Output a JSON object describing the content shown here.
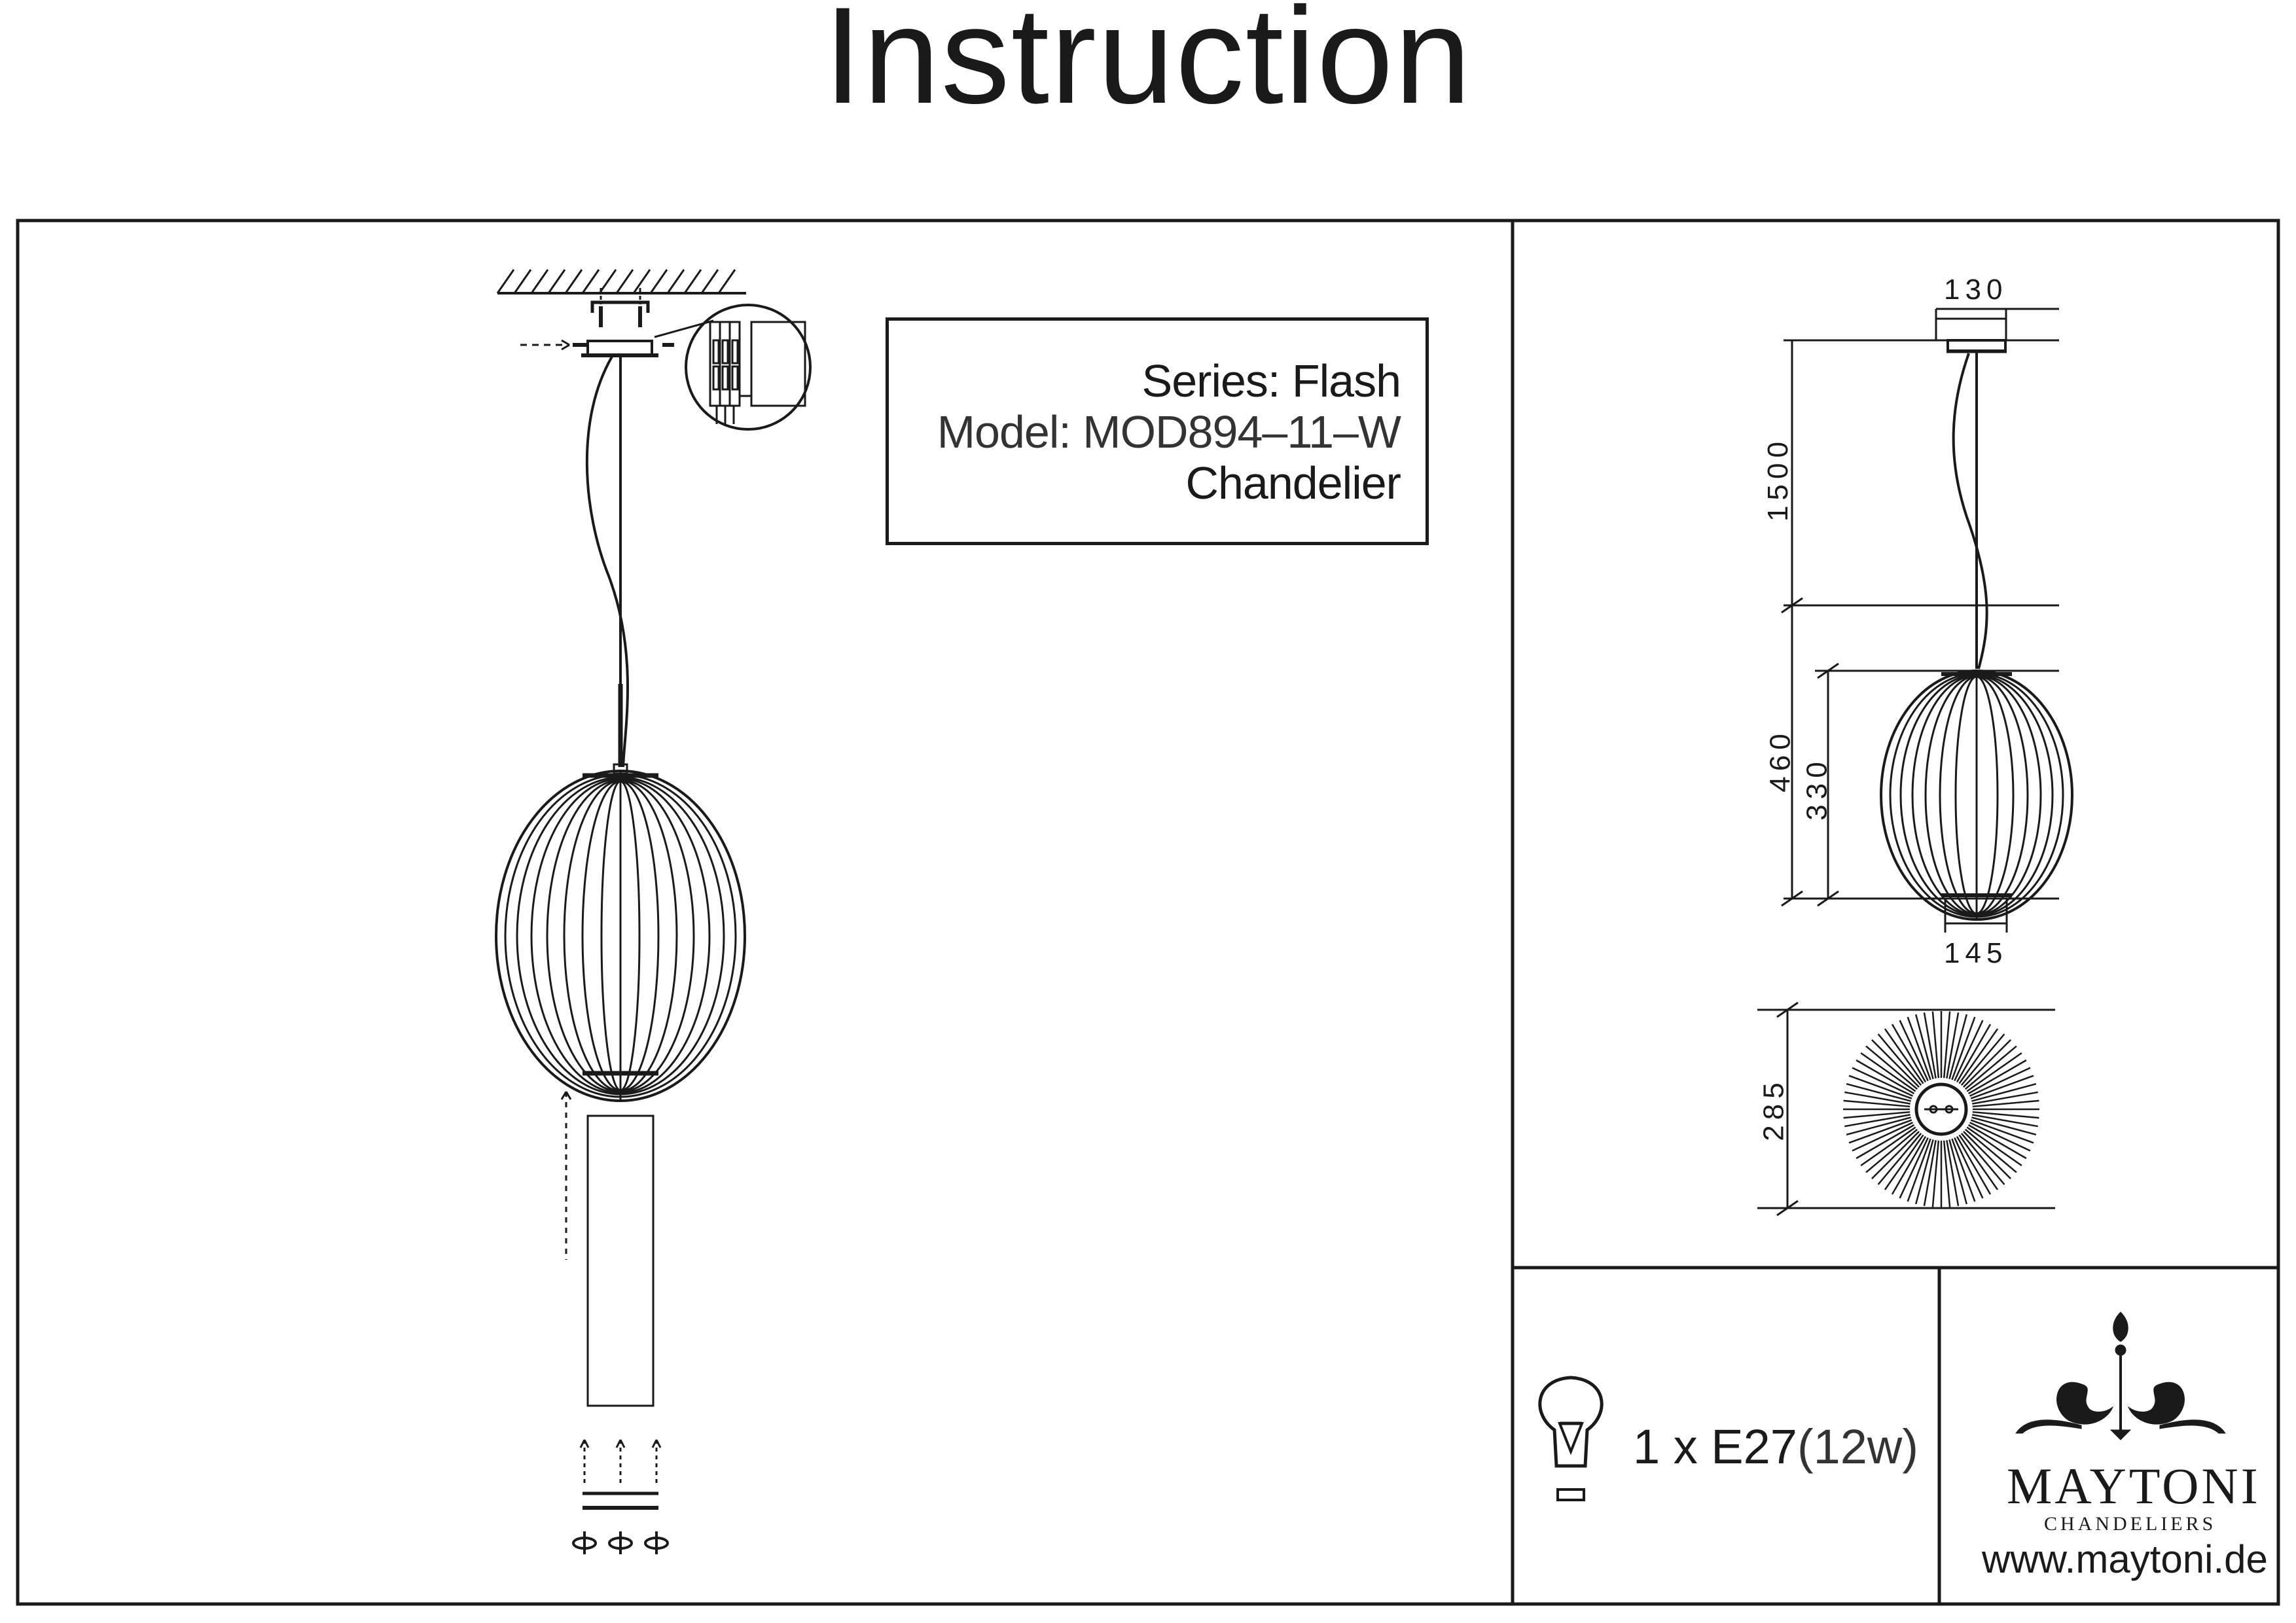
{
  "title": "Instruction",
  "info": {
    "series": "Series: Flash",
    "model": "Model: MOD894–11–W",
    "type": "Chandelier"
  },
  "dimensions": {
    "canopy_width": "130",
    "cable_length": "1500",
    "total_height": "460",
    "shade_height": "330",
    "bottom_width": "145",
    "diameter": "285"
  },
  "bulb": {
    "count_type": "1 x E27",
    "power": "(12w)"
  },
  "brand": {
    "name": "MAYTONI",
    "subtitle": "CHANDELIERS",
    "website": "www.maytoni.de"
  },
  "icons": [
    "bulb-icon",
    "maytoni-logo-icon",
    "terminal-block-icon",
    "screw-icon"
  ]
}
